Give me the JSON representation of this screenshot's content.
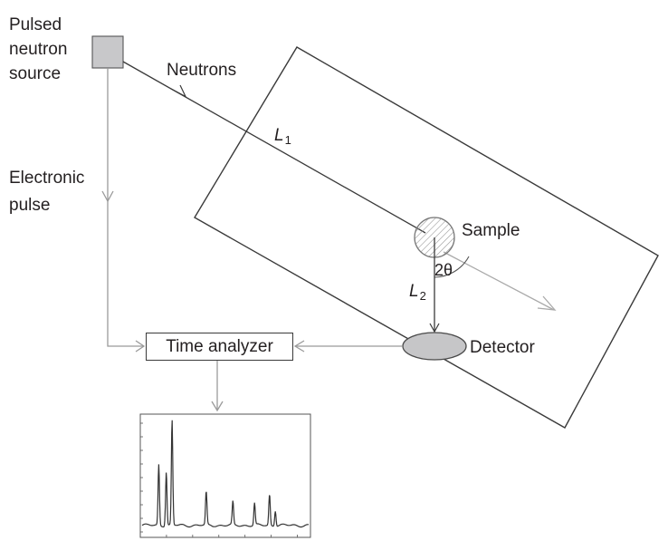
{
  "labels": {
    "source_line1": "Pulsed",
    "source_line2": "neutron",
    "source_line3": "source",
    "neutrons": "Neutrons",
    "pulse_line1": "Electronic",
    "pulse_line2": "pulse",
    "l1_letter": "L",
    "l1_sub": "1",
    "l2_letter": "L",
    "l2_sub": "2",
    "sample": "Sample",
    "two_theta": "2θ",
    "detector": "Detector",
    "time_analyzer": "Time analyzer"
  },
  "spectrum": {
    "peaks": [
      {
        "position": 0.1,
        "height": 0.55
      },
      {
        "position": 0.145,
        "height": 0.49
      },
      {
        "position": 0.18,
        "height": 0.95
      },
      {
        "position": 0.385,
        "height": 0.3
      },
      {
        "position": 0.545,
        "height": 0.21
      },
      {
        "position": 0.675,
        "height": 0.2
      },
      {
        "position": 0.765,
        "height": 0.28
      },
      {
        "position": 0.8,
        "height": 0.14
      }
    ]
  },
  "colors": {
    "line": "#3a3a3a",
    "light_line": "#9a9a9a",
    "source_fill": "#c8c8ca",
    "detector_fill": "#c6c6c8"
  }
}
